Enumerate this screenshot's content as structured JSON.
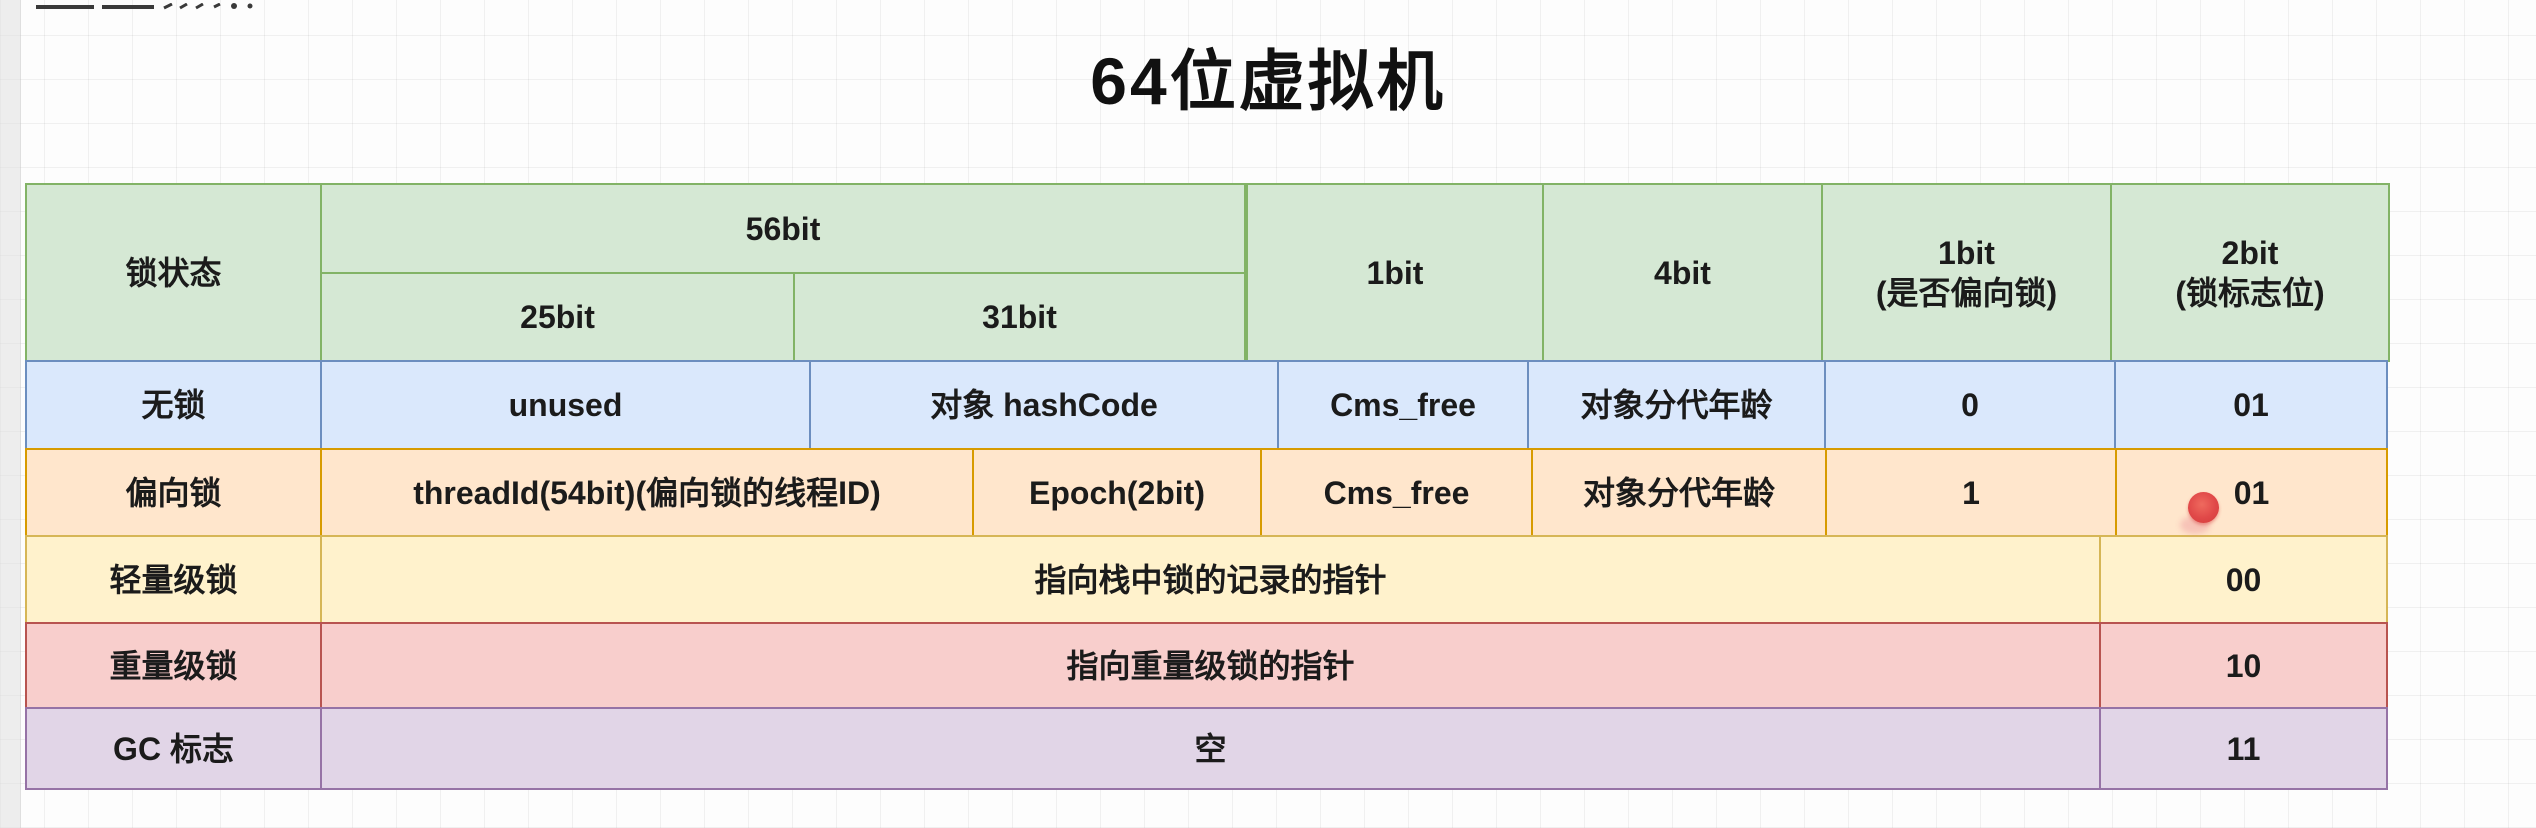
{
  "page": {
    "title": "64位虚拟机"
  },
  "table": {
    "header": {
      "lock_state": "锁状态",
      "bits56": "56bit",
      "bits25": "25bit",
      "bits31": "31bit",
      "bits1": "1bit",
      "bits4": "4bit",
      "bits1_biased": [
        "1bit",
        "(是否偏向锁)"
      ],
      "bits2_flag": [
        "2bit",
        "(锁标志位)"
      ]
    },
    "rows": [
      {
        "state": "无锁",
        "cells": [
          "unused",
          "对象 hashCode",
          "Cms_free",
          "对象分代年龄",
          "0",
          "01"
        ]
      },
      {
        "state": "偏向锁",
        "cells": [
          "threadId(54bit)(偏向锁的线程ID)",
          "Epoch(2bit)",
          "Cms_free",
          "对象分代年龄",
          "1",
          "01"
        ]
      },
      {
        "state": "轻量级锁",
        "span": "指向栈中锁的记录的指针",
        "flag": "00"
      },
      {
        "state": "重量级锁",
        "span": "指向重量级锁的指针",
        "flag": "10"
      },
      {
        "state": "GC 标志",
        "span": "空",
        "flag": "11"
      }
    ],
    "colors": {
      "header_fill": "#d5e8d4",
      "header_border": "#82b366",
      "row_no_lock_fill": "#dae8fc",
      "row_no_lock_border": "#6c8ebf",
      "row_biased_fill": "#ffe6cc",
      "row_biased_border": "#d79b00",
      "row_lightweight_fill": "#fff2cc",
      "row_lightweight_border": "#d6b656",
      "row_heavyweight_fill": "#f8cecc",
      "row_heavyweight_border": "#b85450",
      "row_gc_fill": "#e1d5e7",
      "row_gc_border": "#9673a6"
    }
  },
  "annotations": {
    "laser_pointer_color": "#e04848"
  }
}
